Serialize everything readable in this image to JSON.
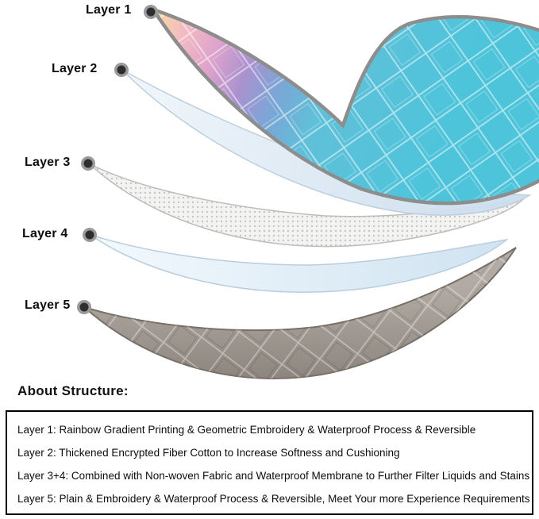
{
  "diagram": {
    "layers": [
      {
        "label": "Layer 1"
      },
      {
        "label": "Layer 2"
      },
      {
        "label": "Layer 3"
      },
      {
        "label": "Layer 4"
      },
      {
        "label": "Layer 5"
      }
    ]
  },
  "about": {
    "heading": "About Structure:",
    "items": [
      "Layer 1: Rainbow Gradient Printing & Geometric Embroidery & Waterproof Process & Reversible",
      "Layer 2: Thickened Encrypted Fiber Cotton to Increase Softness and Cushioning",
      "Layer 3+4: Combined with Non-woven Fabric and Waterproof Membrane to Further Filter Liquids and Stains",
      "Layer 5: Plain & Embroidery & Waterproof Process & Reversible, Meet Your more Experience Requirements"
    ]
  },
  "colors": {
    "rainbow_stops": [
      "#f6d9a0",
      "#f3bcc2",
      "#dfa3cc",
      "#a992cf",
      "#7aa6d6",
      "#5fc0d9",
      "#4ec4da"
    ],
    "layer2_light": "#f0f6fb",
    "layer2_dark": "#cbdcec",
    "layer4_light": "#f3f9fd",
    "layer4_dark": "#cfe3f1",
    "layer5_top": "#b2aba4",
    "layer5_bottom": "#877f78",
    "edge_gray": "#8d8d8d",
    "pin_dark": "#2e2e2e",
    "pin_ring": "#9a9a9a"
  }
}
